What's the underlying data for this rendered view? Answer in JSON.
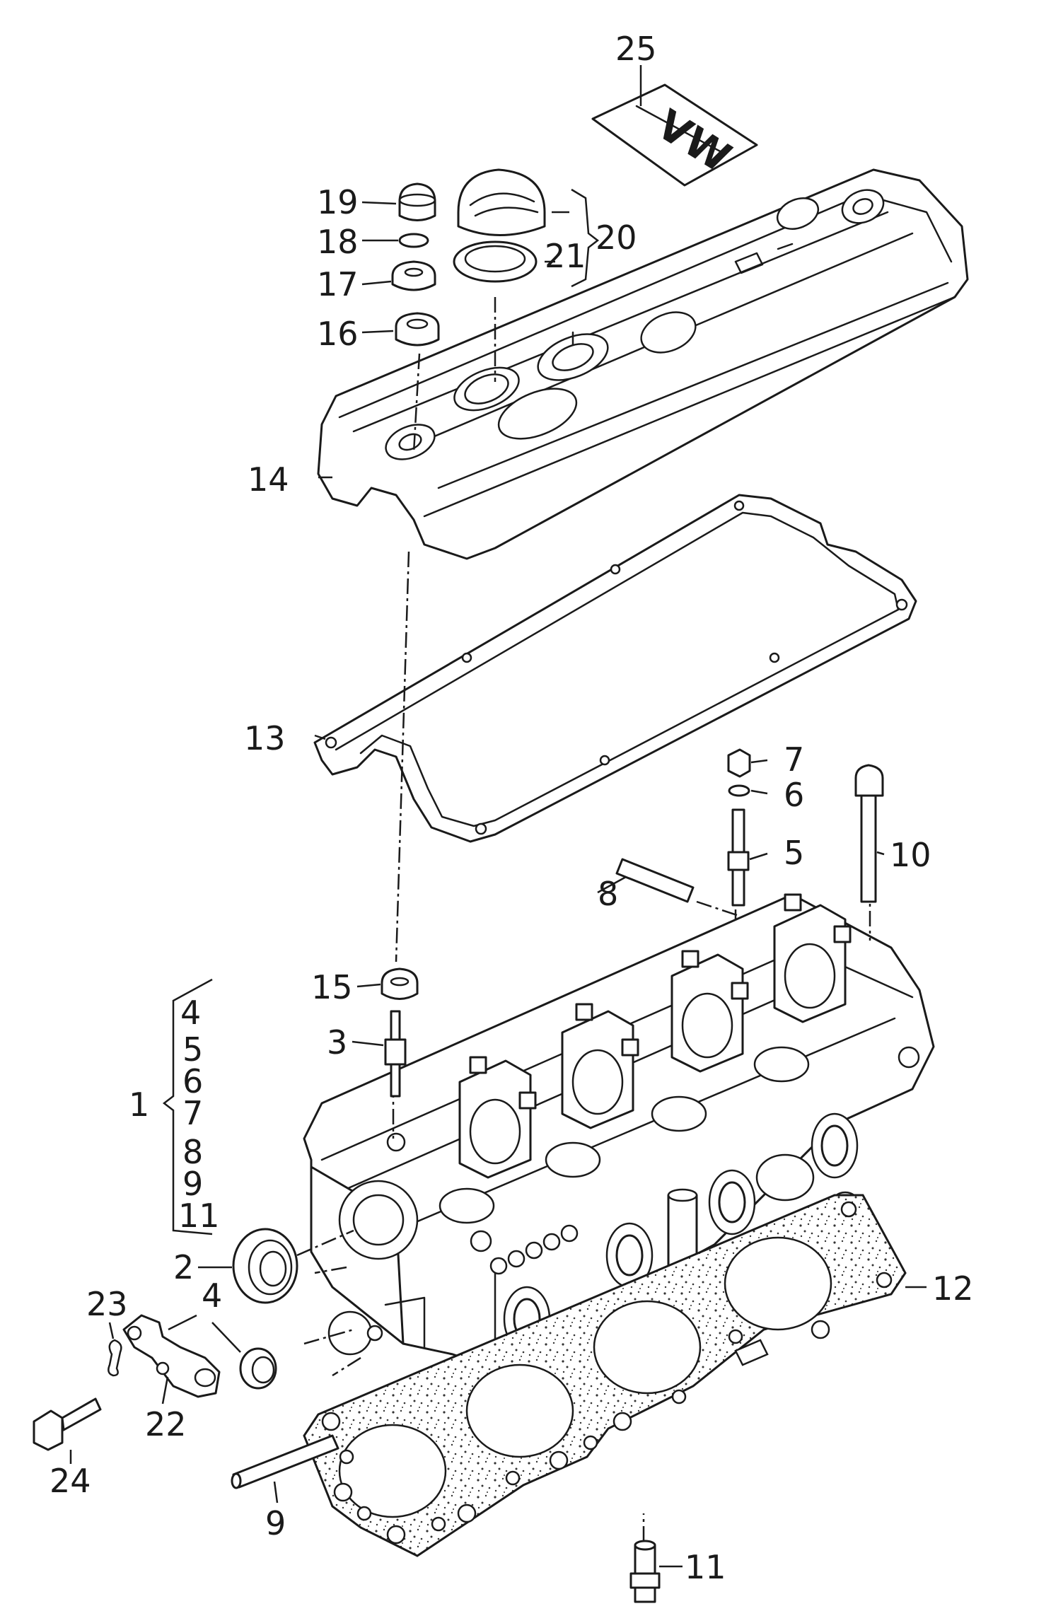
{
  "callouts": {
    "c1": "1",
    "c2": "2",
    "c3": "3",
    "c4": "4",
    "c5": "5",
    "c6": "6",
    "c7": "7",
    "c8": "8",
    "c9": "9",
    "c10": "10",
    "c11": "11",
    "c12": "12",
    "c13": "13",
    "c14": "14",
    "c15": "15",
    "c16": "16",
    "c17": "17",
    "c18": "18",
    "c19": "19",
    "c20": "20",
    "c21": "21",
    "c22": "22",
    "c23": "23",
    "c24": "24",
    "c25": "25"
  },
  "group_list": [
    "4",
    "5",
    "6",
    "7",
    "8",
    "9",
    "11"
  ],
  "emblem_text": "VW"
}
